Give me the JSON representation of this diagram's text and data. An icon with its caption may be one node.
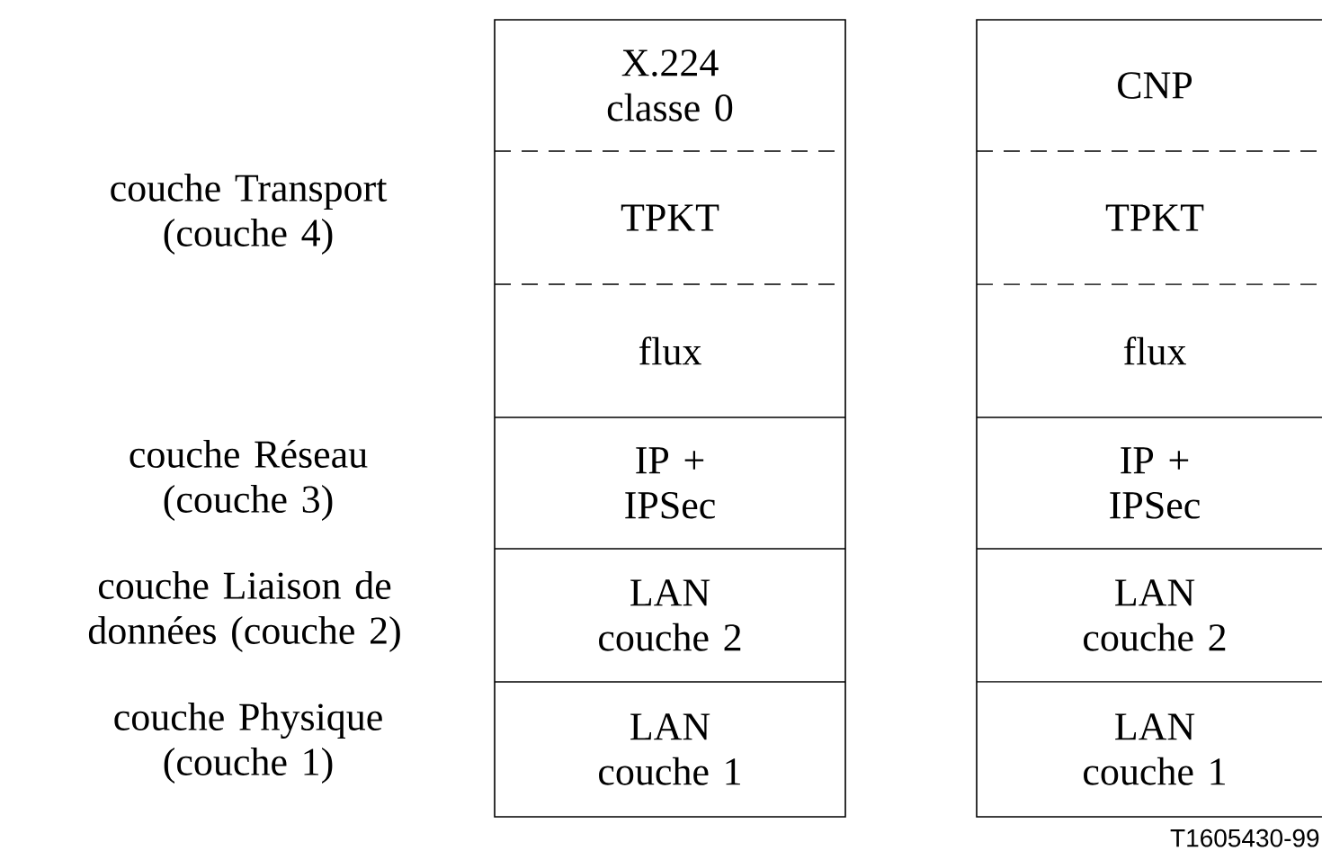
{
  "diagram": {
    "nodes": [
      {
        "text": [
          "X.224 classe 0"
        ]
      },
      {
        "text": [
          "TPKT"
        ]
      },
      {
        "text": [
          "flux"
        ]
      },
      {
        "text": [
          "IP + IPSec"
        ]
      },
      {
        "text": [
          "LAN couche 2"
        ]
      },
      {
        "text": [
          "LAN couche 1"
        ]
      },
      {
        "text": [
          "CNP"
        ]
      },
      {
        "text": [
          "TPKT"
        ]
      },
      {
        "text": [
          "flux"
        ]
      },
      {
        "text": [
          "IP + IPSec"
        ]
      },
      {
        "text": [
          "LAN couche 2"
        ]
      },
      {
        "text": [
          "LAN couche 1"
        ]
      }
    ],
    "labels": [
      "couche Transport (couche 4)",
      "couche Réseau (couche 3)",
      "couche Liaison de données (couche 2)",
      "couche Physique (couche 1)",
      "T1605430-99"
    ]
  }
}
